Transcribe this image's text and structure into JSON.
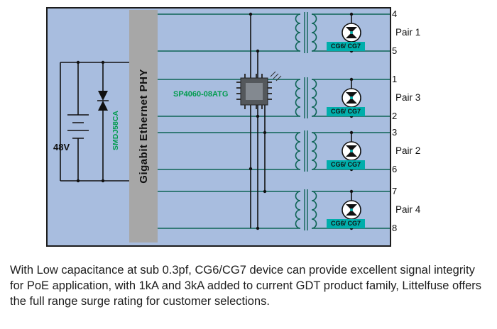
{
  "diagram": {
    "phy_label": "Gigabit Ethernet PHY",
    "voltage_label": "48V",
    "tvs_label": "SMDJ58CA",
    "ic_label": "SP4060-08ATG",
    "gdt_label": "CG6/ CG7",
    "pairs": [
      {
        "name": "Pair 1",
        "pin_top": "4",
        "pin_bottom": "5"
      },
      {
        "name": "Pair 3",
        "pin_top": "1",
        "pin_bottom": "2"
      },
      {
        "name": "Pair 2",
        "pin_top": "3",
        "pin_bottom": "6"
      },
      {
        "name": "Pair 4",
        "pin_top": "7",
        "pin_bottom": "8"
      }
    ],
    "colors": {
      "diagram_bg": "#A8BDDF",
      "phy_bar": "#A7A7A7",
      "green_text": "#009B4D",
      "teal_highlight": "#00AEAB",
      "coil_wire": "#0E6455",
      "line": "#121212"
    }
  },
  "caption": {
    "text": "With Low capacitance at sub 0.3pf, CG6/CG7 device can provide excellent signal integrity for PoE application, with 1kA and 3kA added to current GDT product family, Littelfuse offers the full range surge rating for customer selections."
  }
}
